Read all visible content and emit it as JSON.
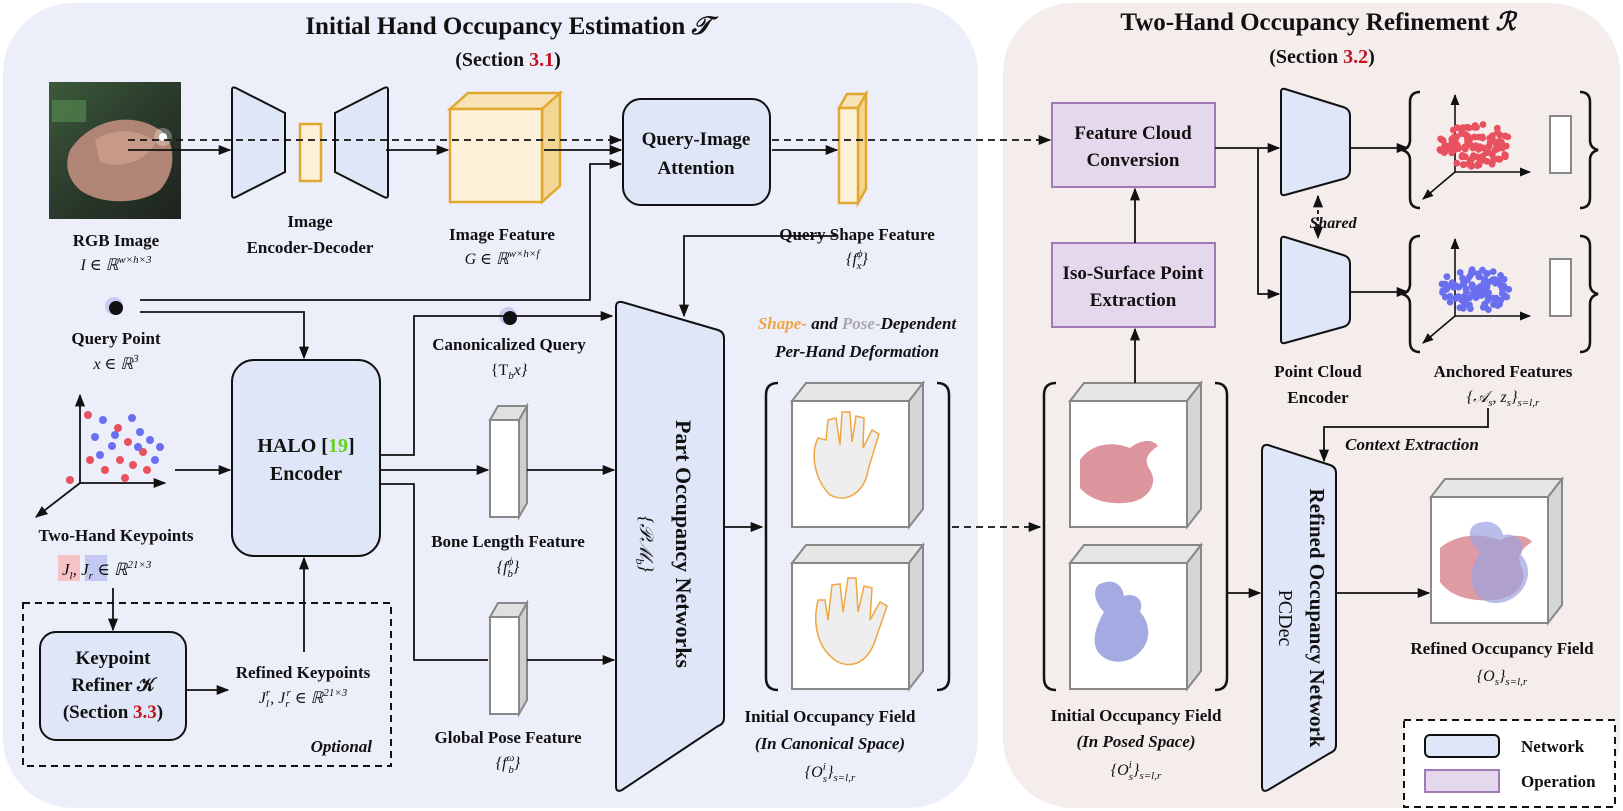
{
  "left_panel": {
    "title": "Initial Hand Occupancy Estimation ",
    "title_symbol": "𝒯",
    "section_prefix": "(Section ",
    "section_num": "3.1",
    "section_suffix": ")"
  },
  "right_panel": {
    "title": "Two-Hand Occupancy Refinement ",
    "title_symbol": "ℛ",
    "section_prefix": "(Section ",
    "section_num": "3.2",
    "section_suffix": ")"
  },
  "labels": {
    "rgb_image": "RGB Image",
    "rgb_image_math": "I ∈ ℝ",
    "rgb_image_sup": "w×h×3",
    "image_encdec_1": "Image",
    "image_encdec_2": "Encoder-Decoder",
    "image_feature": "Image Feature",
    "image_feature_math": "G ∈ ℝ",
    "image_feature_sup": "w×h×f",
    "query_image_attention_1": "Query-Image",
    "query_image_attention_2": "Attention",
    "query_shape_feature": "Query Shape Feature",
    "query_shape_feature_math": "{f",
    "query_shape_feature_sub": "x",
    "query_shape_feature_sup": "ϕ",
    "query_point": "Query Point",
    "query_point_math": "x ∈ ℝ",
    "query_point_sup": "3",
    "canonicalized_query": "Canonicalized Query",
    "canonicalized_query_math": "{T",
    "canonicalized_query_sub": "b",
    "canonicalized_query_tail": "x}",
    "halo_1": "HALO [",
    "halo_ref": "19",
    "halo_1b": "]",
    "halo_2": "Encoder",
    "bone_length": "Bone Length Feature",
    "bone_length_math": "{f",
    "bone_length_sub": "b",
    "bone_length_sup": "ϕ",
    "global_pose": "Global Pose Feature",
    "global_pose_math": "{f",
    "global_pose_sub": "b",
    "global_pose_sup": "ω",
    "two_hand_keypoints": "Two-Hand Keypoints",
    "jl": "J",
    "jl_sub": "l",
    "jr": "J",
    "jr_sub": "r",
    "kp_math": "∈ ℝ",
    "kp_sup": "21×3",
    "keypoint_refiner_1": "Keypoint",
    "keypoint_refiner_2": "Refiner 𝒦",
    "keypoint_refiner_3a": "(Section ",
    "keypoint_refiner_3b": "3.3",
    "keypoint_refiner_3c": ")",
    "refined_keypoints": "Refined Keypoints",
    "refined_keypoints_math": "J",
    "refined_keypoints_math2": "∈ ℝ",
    "refined_keypoints_sup": "21×3",
    "optional": "Optional",
    "part_occupancy": "Part Occupancy Networks",
    "part_occupancy_math": "{𝒫ℳ",
    "shape_word": "Shape-",
    "and_word": " and ",
    "pose_word": "Pose-",
    "dependent_word": "Dependent",
    "per_hand_deformation": "Per-Hand Deformation",
    "initial_occ_canonical_1": "Initial Occupancy Field",
    "initial_occ_canonical_2": "(In Canonical Space)",
    "initial_occ_canonical_math": "{O",
    "feature_cloud_1": "Feature Cloud",
    "feature_cloud_2": "Conversion",
    "iso_surface_1": "Iso-Surface Point",
    "iso_surface_2": "Extraction",
    "shared": "Shared",
    "point_cloud_encoder_1": "Point Cloud",
    "point_cloud_encoder_2": "Encoder",
    "anchored_features": "Anchored Features",
    "anchored_features_math": "{𝒜",
    "context_extraction": "Context Extraction",
    "refined_occ_net_1": "Refined Occupancy Network",
    "refined_occ_net_2": "PCDec",
    "initial_occ_posed_1": "Initial Occupancy Field",
    "initial_occ_posed_2": "(In Posed Space)",
    "initial_occ_posed_math": "{O",
    "refined_occ_field": "Refined Occupancy Field",
    "refined_occ_field_math": "{O",
    "legend_network": "Network",
    "legend_operation": "Operation"
  },
  "colors": {
    "left_panel_bg": "#eceefa",
    "right_panel_bg": "#f5ecec",
    "network_fill": "#dfe6f8",
    "operation_fill": "#e6d8ec",
    "operation_stroke": "#a07ab3",
    "feature_fill": "#fdf0d8",
    "feature_stroke": "#e0a92e",
    "section_red": "#c0161e",
    "ref_green": "#64d21a",
    "shape_orange": "#f0a640",
    "pose_gray": "#a9a9a9",
    "left_hand_pink": "#f6c3c6",
    "right_hand_blue": "#c4c9f3",
    "red_points": "#e8515f",
    "blue_points": "#6a6ff0"
  }
}
